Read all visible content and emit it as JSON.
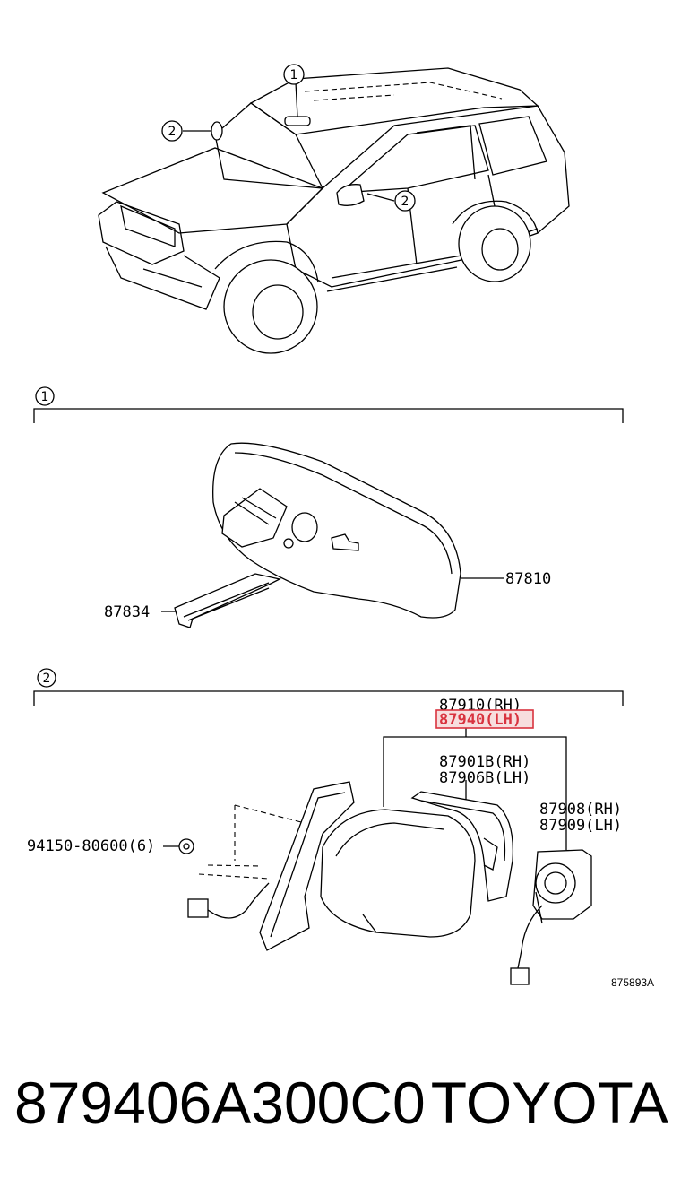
{
  "callouts": {
    "one": "1",
    "two": "2"
  },
  "section1": {
    "number": "1",
    "parts": {
      "inner_mirror": "87810",
      "inner_bracket": "87834"
    }
  },
  "section2": {
    "number": "2",
    "parts": {
      "outer_mirror_rh": "87910(RH)",
      "outer_mirror_lh": "87940(LH)",
      "glass_rh": "87901B(RH)",
      "glass_lh": "87906B(LH)",
      "motor_rh": "87908(RH)",
      "motor_lh": "87909(LH)",
      "nut": "94150-80600(6)"
    },
    "highlight_color": "#d9333f"
  },
  "diagram_id": "875893A",
  "footer": {
    "part_number": "879406A300C0",
    "brand": "TOYOTA"
  }
}
